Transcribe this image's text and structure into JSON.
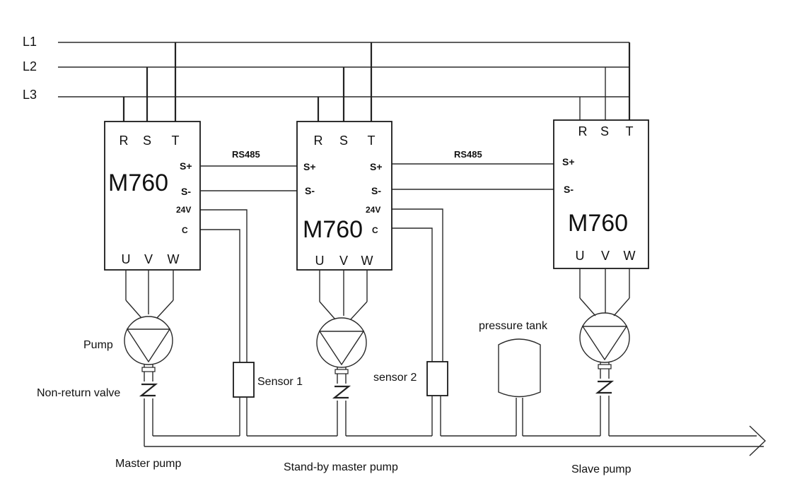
{
  "lines": {
    "l1": "L1",
    "l2": "L2",
    "l3": "L3"
  },
  "vfd": {
    "model": "M760",
    "input_terminals": [
      "R",
      "S",
      "T"
    ],
    "output_terminals": [
      "U",
      "V",
      "W"
    ],
    "comm_plus": "S+",
    "comm_minus": "S-",
    "power": "24V",
    "common": "C"
  },
  "bus_label": "RS485",
  "labels": {
    "pump": "Pump",
    "valve": "Non-return valve",
    "sensor1": "Sensor 1",
    "sensor2": "sensor 2",
    "tank": "pressure tank",
    "master": "Master pump",
    "standby": "Stand-by master pump",
    "slave": "Slave pump"
  }
}
